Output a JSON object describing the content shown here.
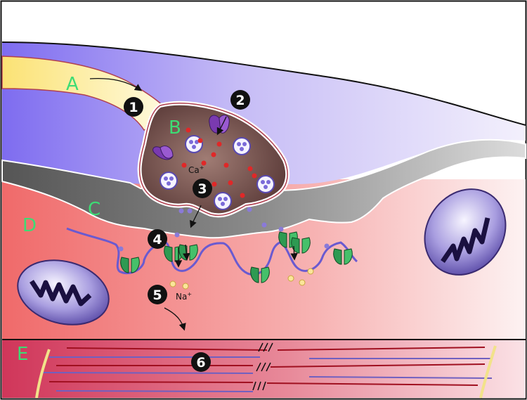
{
  "region_labels": {
    "a": "A",
    "b": "B",
    "c": "C",
    "d": "D",
    "e": "E"
  },
  "step_markers": [
    "1",
    "2",
    "3",
    "4",
    "5",
    "6"
  ],
  "ion_labels": {
    "calcium": "Ca",
    "calcium_charge": "+",
    "sodium": "Na",
    "sodium_charge": "+"
  },
  "colors": {
    "axon_upper": "#9f8cf0",
    "myelin": "#fff1a8",
    "terminal": "#7a5c5c",
    "schwann": "#8a8a8a",
    "muscle": "#f07878",
    "fiber_band": "#d84860",
    "channel": "#34a65a",
    "vesicle": "#7a6ad8",
    "label_green": "#3ddc74"
  }
}
